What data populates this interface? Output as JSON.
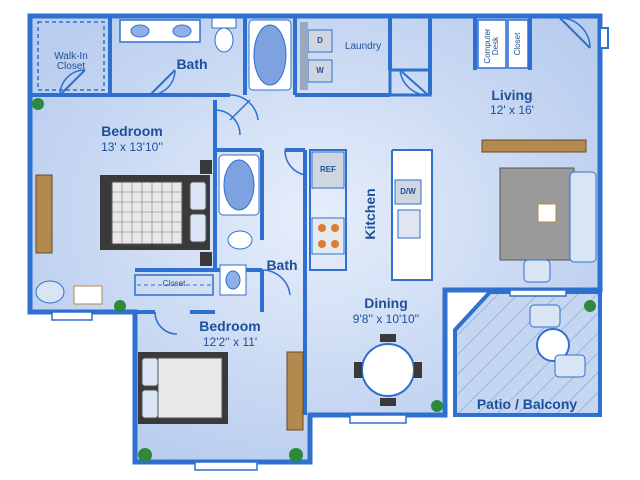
{
  "rooms": {
    "walk_in_closet": "Walk-In\nCloset",
    "bath_top": "Bath",
    "laundry": "Laundry",
    "computer_desk": "Computer\nDesk",
    "closet_top": "Closet",
    "living": "Living",
    "living_dim": "12' x 16'",
    "bedroom1": "Bedroom",
    "bedroom1_dim": "13' x 13'10''",
    "kitchen": "Kitchen",
    "bath_mid": "Bath",
    "closet_mid": "Closet",
    "bedroom2": "Bedroom",
    "bedroom2_dim": "12'2'' x 11'",
    "dining": "Dining",
    "dining_dim": "9'8'' x 10'10''",
    "patio": "Patio / Balcony"
  },
  "appliances": {
    "dryer": "D",
    "washer": "W",
    "fridge": "REF",
    "dishwasher": "D/W"
  },
  "colors": {
    "wall": "#2f6fd0",
    "floor": "#c9d8f2",
    "floor_light": "#dce7f8",
    "label": "#1e4f9a"
  }
}
